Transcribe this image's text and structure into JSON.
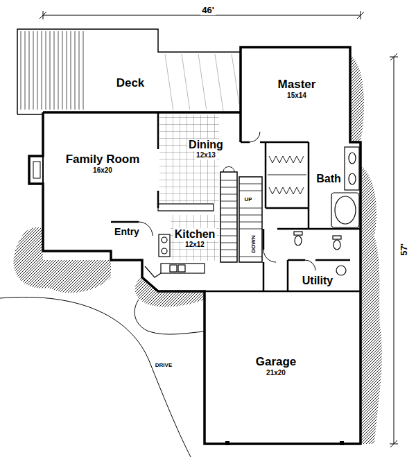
{
  "diagram": {
    "nodes": [
      {
        "text": [
          "Deck"
        ]
      },
      {
        "text": [
          "Master",
          "15x14"
        ]
      },
      {
        "text": [
          "Dining",
          "12x13"
        ]
      },
      {
        "text": [
          "Family Room",
          "16x20"
        ]
      },
      {
        "text": [
          "Bath"
        ]
      },
      {
        "text": [
          "Entry"
        ]
      },
      {
        "text": [
          "Kitchen",
          "12x12"
        ]
      },
      {
        "text": [
          "Utility"
        ]
      },
      {
        "text": [
          "Garage",
          "21x20"
        ]
      }
    ],
    "labels": [
      "46'",
      "57'",
      "UP",
      "DOWN",
      "DRIVE"
    ]
  }
}
